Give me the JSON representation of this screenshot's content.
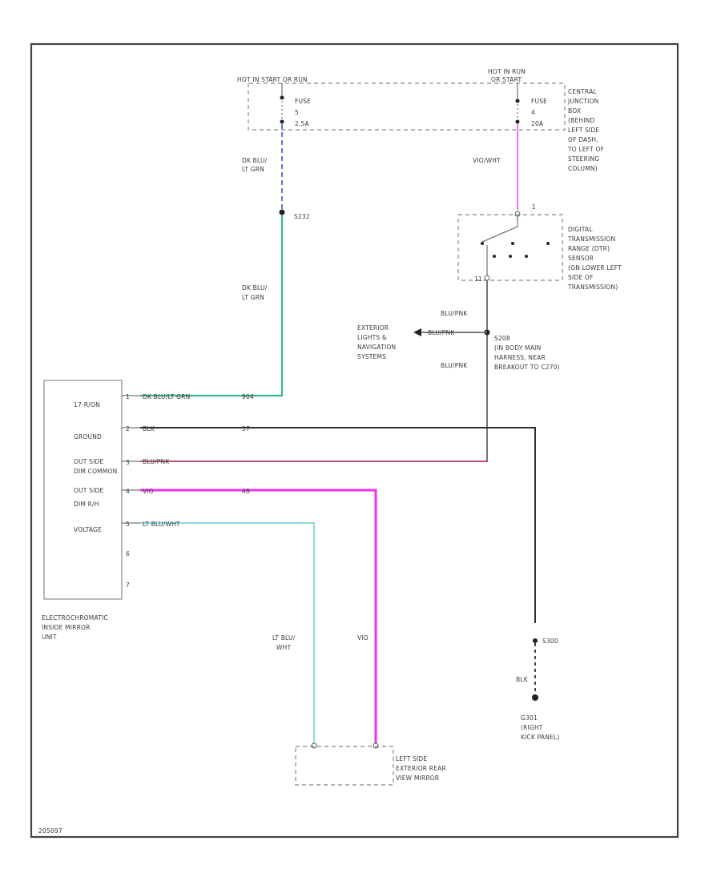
{
  "colors": {
    "dkblu_ltgrn": "#3ab88a",
    "dkblu_dash": "#5a78d8",
    "violet_wht": "#f080ee",
    "blk": "#2e2e2e",
    "blu_pnk": "#b03a5a",
    "vio": "#ee30ee",
    "ltblu_wht": "#7fd6dc",
    "gray": "#666666"
  },
  "labels": {
    "hot_start": "HOT IN START OR RUN",
    "hot_run_1": "HOT IN RUN",
    "hot_run_2": "OR START",
    "fuse_a_1": "FUSE",
    "fuse_a_2": "5",
    "fuse_a_3": "2.5A",
    "fuse_b_1": "FUSE",
    "fuse_b_2": "4",
    "fuse_b_3": "20A",
    "cjb": [
      "CENTRAL",
      "JUNCTION",
      "BOX",
      "(BEHIND",
      "LEFT SIDE",
      "OF DASH,",
      "TO LEFT OF",
      "STEERING",
      "COLUMN)"
    ],
    "wire_dkblu_1": "DK BLU/",
    "wire_dkblu_2": "LT GRN",
    "s232": "S232",
    "wire_dkblu2_1": "DK BLU/",
    "wire_dkblu2_2": "LT GRN",
    "wire_viowht": "VIO/WHT",
    "dtr": [
      "DIGITAL",
      "TRANSMISSION",
      "RANGE (DTR)",
      "SENSOR",
      "(ON LOWER LEFT",
      "SIDE OF",
      "TRANSMISSION)"
    ],
    "dtr_pin_top": "1",
    "dtr_pin_bot": "11",
    "wire_blupnk_a": "BLU/PNK",
    "ext_lights": [
      "EXTERIOR",
      "LIGHTS &",
      "NAVIGATION",
      "SYSTEMS"
    ],
    "wire_blupnk_b": "BLU/PNK",
    "s208": [
      "S208",
      "(IN BODY MAIN",
      "HARNESS, NEAR",
      "BREAKOUT TO C270)"
    ],
    "wire_blupnk_c": "BLU/PNK",
    "mirror_pins": [
      "1",
      "2",
      "3",
      "4",
      "5",
      "6",
      "7"
    ],
    "mirror_funcs": [
      "17-R/ON",
      "GROUND",
      "OUT SIDE",
      "DIM COMMON",
      "OUT SIDE",
      "DIM R/H",
      "VOLTAGE"
    ],
    "pin_r1": "1",
    "pin_r2": "2",
    "pin_r3": "3",
    "pin_r4": "4",
    "pin_r5": "5",
    "pin_r6": "6",
    "pin_r7": "7",
    "w1_color": "DK BLU/LT GRN",
    "w1_circuit": "904",
    "w2_color": "BLK",
    "w2_circuit": "57",
    "w3_color": "BLU/PNK",
    "w4_color": "VIO",
    "w4_circuit": "48",
    "w5_color": "LT BLU/WHT",
    "mirror_title": [
      "ELECTROCHROMATIC",
      "INSIDE MIRROR",
      "UNIT"
    ],
    "wire_ltblu_1": "LT BLU/",
    "wire_ltblu_2": "WHT",
    "wire_vio_v": "VIO",
    "s300": "S300",
    "wire_blk_v": "BLK",
    "g301": [
      "G301",
      "(RIGHT",
      "KICK PANEL)"
    ],
    "ext_mirror": [
      "LEFT SIDE",
      "EXTERIOR REAR",
      "VIEW MIRROR"
    ],
    "page_id": "205097"
  }
}
